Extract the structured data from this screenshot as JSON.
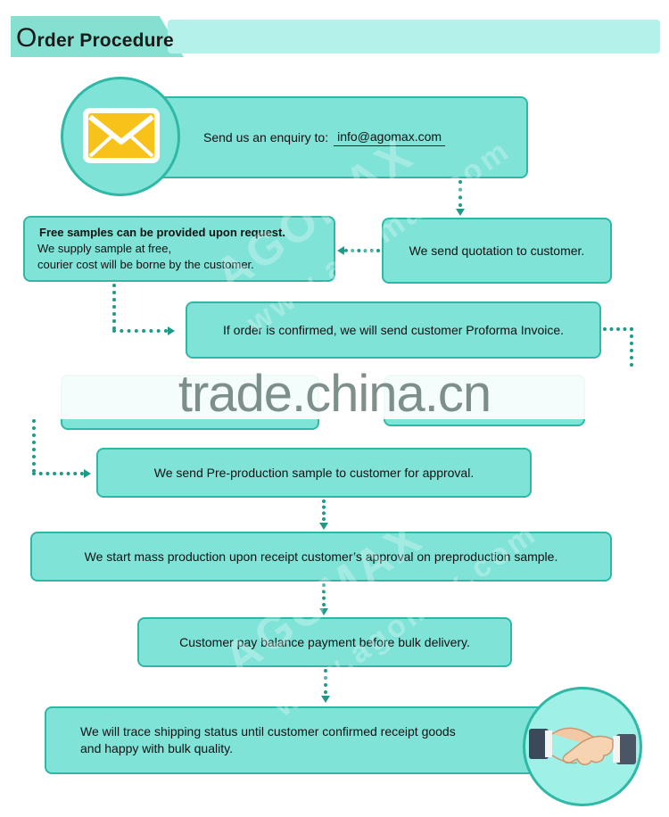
{
  "header": {
    "title_initial": "O",
    "title_rest": "rder Procedure"
  },
  "steps": {
    "enquiry_text": "Send us an enquiry to:",
    "enquiry_email": "info@agomax.com",
    "quotation": "We send quotation to customer.",
    "samples_title": "Free samples can be provided upon request.",
    "samples_line1": "We supply sample at free,",
    "samples_line2": "courier cost will be borne by the customer.",
    "proforma": "If order is confirmed, we will send customer Proforma Invoice.",
    "preproduction": "We send Pre-production sample to customer for approval.",
    "mass_production": "We start mass production upon receipt customer’s approval on preproduction sample.",
    "balance": "Customer pay balance payment before bulk delivery.",
    "trace_line1": "We will trace shipping status until customer confirmed receipt goods",
    "trace_line2": "and happy with bulk quality."
  },
  "watermarks": {
    "center": "trade.china.cn",
    "diag1": "AGOMAX",
    "diag2": "www.agomax.com",
    "diag3": "AGOMAX",
    "diag4": "www.agomax.com"
  },
  "icons": {
    "email": "envelope-icon",
    "handshake": "handshake-icon"
  },
  "colors": {
    "box_fill": "#7fe3d8",
    "box_border": "#2fb8a6",
    "connector": "#1d9a8a",
    "envelope": "#f7c21a"
  }
}
